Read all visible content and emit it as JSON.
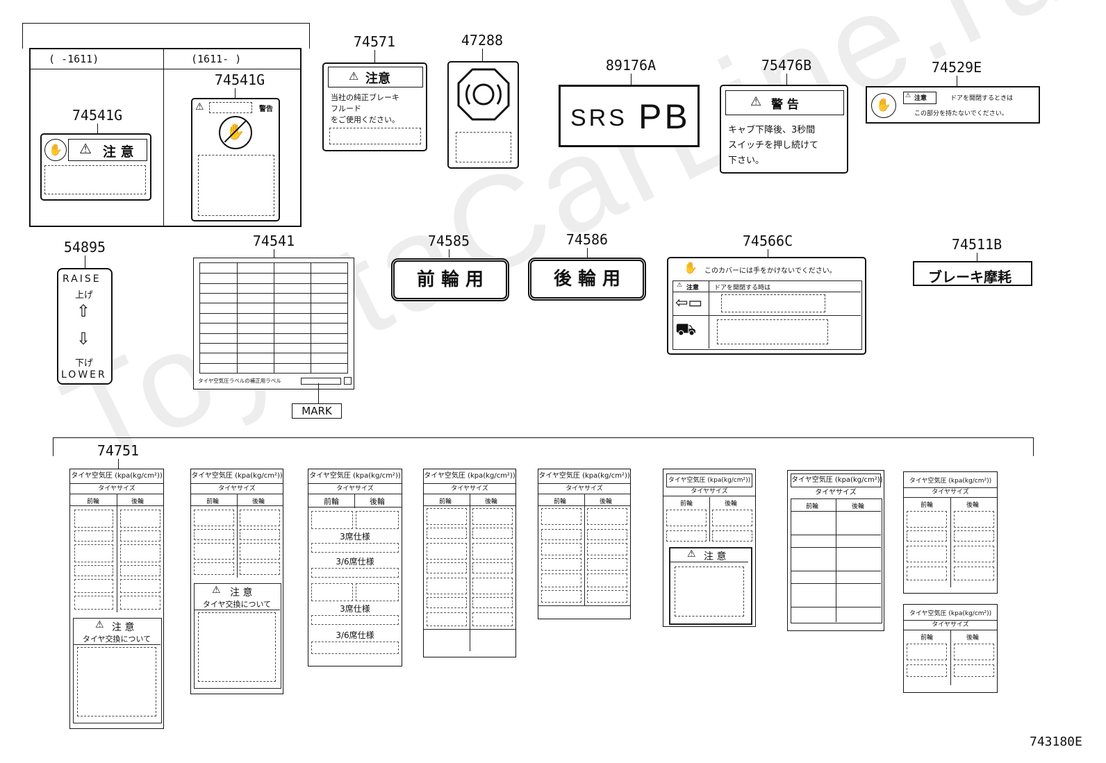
{
  "watermark": "ToyotaCarLine.ru",
  "figure_id": "743180E",
  "group_left": {
    "range_old": "(      -1611)",
    "range_new": "(1611-      )"
  },
  "parts": {
    "p74541G_a": "74541G",
    "p74541G_b": "74541G",
    "p74571": "74571",
    "p47288": "47288",
    "p89176A": "89176A",
    "p75476B": "75476B",
    "p74529E": "74529E",
    "p54895": "54895",
    "p74541": "74541",
    "p74585": "74585",
    "p74586": "74586",
    "p74566C": "74566C",
    "p74511B": "74511B",
    "p74751": "74751"
  },
  "labels": {
    "caution": "注 意",
    "caution_small": "注意",
    "warning_small": "警告",
    "l74571_title": "注意",
    "l74571_body": [
      "当社の純正ブレーキ",
      "フルード",
      "をご使用ください。"
    ],
    "srs": "SRS",
    "pb": "PB",
    "l75476_title": "警 告",
    "l75476_body": [
      "キャブ下降後、3秒間",
      "スイッチを押し続けて",
      "下さい。"
    ],
    "l74529_row1": "ドアを開閉するときは",
    "l74529_row2": "この部分を持たないでください。",
    "raise_en": "RAISE",
    "raise_jp": "上げ",
    "lower_jp": "下げ",
    "lower_en": "LOWER",
    "l74541_footer": "タイヤ空気圧ラベルの補正用ラベル",
    "mark": "MARK",
    "front_wheel": "前 輪 用",
    "rear_wheel": "後 輪 用",
    "l74566_top": "このカバーには手をかけないでください。",
    "l74566_row": "ドアを開閉する時は",
    "brake_wear": "ブレーキ摩耗",
    "tire_title": "タイヤ空気圧 (kpa(kg/cm²))",
    "tire_size": "タイヤサイズ",
    "front": "前輪",
    "rear": "後輪",
    "tire_change": "タイヤ交換について",
    "seat3": "3席仕様",
    "seat36": "3/6席仕様"
  }
}
